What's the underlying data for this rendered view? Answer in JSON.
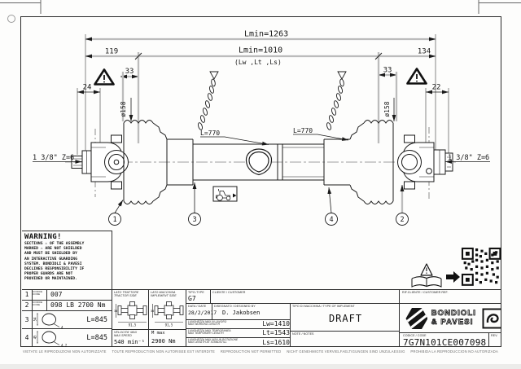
{
  "dims": {
    "lmin_total": "Lmin=1263",
    "lmin_min": "Lmin=1010",
    "lmin_note": "(Lw ,Lt ,Ls)",
    "d119": "119",
    "d134": "134",
    "d33l": "33",
    "d33r": "33",
    "d24": "24",
    "d22": "22",
    "dia_l": "ø158",
    "dia_r": "ø158",
    "tube_l": "L=770",
    "tube_r": "L=770",
    "spline_l": "1 3/8\" Z=6",
    "spline_r": "1 3/8\" Z=6",
    "balloons": [
      "1",
      "3",
      "4",
      "2"
    ]
  },
  "warning": {
    "title": "WARNING!",
    "body": "SECTIONS ⚠ OF THE ASSEMBLY\nMARKED ⚠ ARE NOT SHIELDED\nAND MUST BE SHIELDED BY\nAN INTERACTIVE GUARDING\nSYSTEM. BONDIOLI & PAVESI\nDECLINES RESPONSIBILITY IF\nPROPER GUARDS ARE NOT\nPROVIDED OR MAINTAINED."
  },
  "parts": {
    "code_it": "CODICE",
    "code_en": "CODE",
    "rows": [
      {
        "n": "1",
        "v": "007"
      },
      {
        "n": "2",
        "v": "098  LB 2700 Nm"
      },
      {
        "n": "3",
        "h": "54",
        "w": "4",
        "v": "L=845"
      },
      {
        "n": "4",
        "h": "45",
        "w": "4.2",
        "v": "L=845"
      }
    ]
  },
  "joints": {
    "tractor": {
      "l1": "LATO TRATTORE",
      "l2": "TRACTOR SIDE",
      "cup": "30.2",
      "span": "91,5"
    },
    "implement": {
      "l1": "LATO MACCHINA",
      "l2": "IMPLEMENT SIDE",
      "cup": "30.2",
      "span": "91,5"
    },
    "speed": {
      "l1": "VELOCITA' MAX",
      "l2": "MAX SPEED",
      "v": "540 min⁻¹"
    },
    "torque": {
      "l1": "M max",
      "v": "2900 Nm"
    }
  },
  "title_block": {
    "type_label": "TIPO-TYPE",
    "type": "G7",
    "customer_label": "CLIENTE / CUSTOMER",
    "date_label": "DATA / DATE",
    "date": "28/2/2017",
    "designer_label": "DISEGNATO / DESIGNED BY",
    "designer": "D. Jakobsen",
    "implement_label": "TIPO DI MACCHINA / TYPE OF IMPLEMENT",
    "implement": "DRAFT",
    "notes_label": "NOTE / NOTES",
    "lengths": [
      {
        "l1": "LUNGHEZZA MAX IN LAVORO",
        "l2": "MAX WORKING LENGTH",
        "v": "Lw=1410"
      },
      {
        "l1": "LUNGHEZZA MAX TEMPORANEA",
        "l2": "MAX TEMPORARY LENGTH",
        "v": "Lt=1543"
      },
      {
        "l1": "LUNGHEZZA MAX NON IN ROTAZIONE",
        "l2": "MAX LENGTH AT STANDSTILL",
        "v": "Ls=1610"
      }
    ],
    "ref_label": "RIF.CLIENTE / CUSTOMER REF.",
    "brand1": "BONDIOLI",
    "brand2": "& PAVESI",
    "code_label": "CODICE / CODE",
    "code": "7G7N101CE007098",
    "rev_label": "REV."
  },
  "footer": {
    "n1": "VIETATE LE RIPRODUZIONI NON AUTORIZZATE",
    "n2": "TOUTE REPRODUCTION NON AUTORISEE EST INTERDITE",
    "n3": "REPRODUCTION NOT PERMITTED",
    "n4": "NICHT GENEHMIGTE VERVIELFAELTIGUNGEN SIND UNZULAESSIG",
    "n5": "PROHIBIDA LA REPRODUCCION NO AUTORIZADA"
  }
}
